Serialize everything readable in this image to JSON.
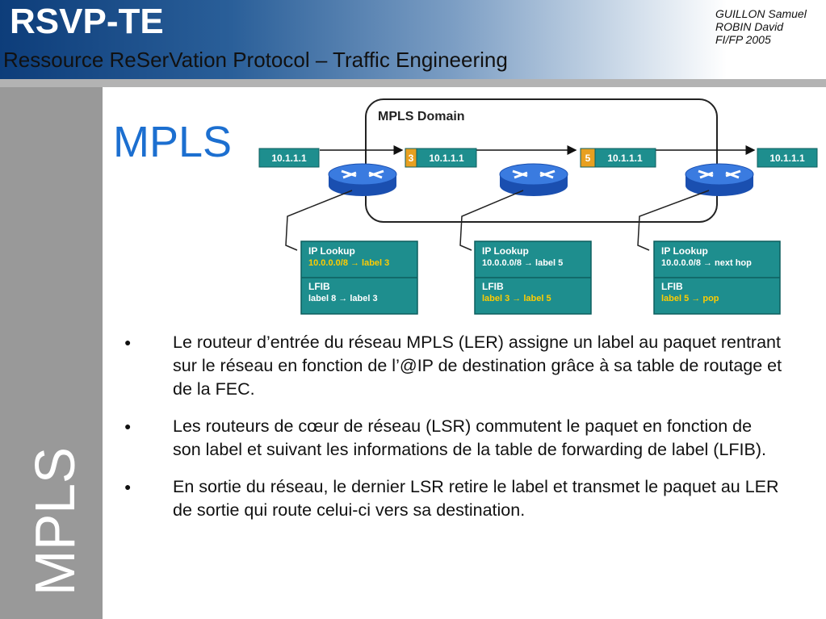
{
  "header": {
    "title": "RSVP-TE",
    "subtitle": "Ressource ReSerVation Protocol – Traffic Engineering",
    "authors": [
      "GUILLON Samuel",
      "ROBIN David",
      "FI/FP 2005"
    ]
  },
  "sidebar": {
    "vertical_text": "MPLS"
  },
  "slide": {
    "heading": "MPLS"
  },
  "diagram": {
    "domain_label": "MPLS Domain",
    "packets": [
      {
        "address": "10.1.1.1",
        "label": ""
      },
      {
        "address": "10.1.1.1",
        "label": "3"
      },
      {
        "address": "10.1.1.1",
        "label": "5"
      },
      {
        "address": "10.1.1.1",
        "label": ""
      }
    ],
    "routers": [
      "router",
      "router",
      "router"
    ],
    "tables": [
      {
        "ip_title": "IP Lookup",
        "ip_entry": "10.0.0.0/8 → label 3",
        "ip_highlight": true,
        "lfib_title": "LFIB",
        "lfib_entry": "label 8 → label 3",
        "lfib_highlight": false
      },
      {
        "ip_title": "IP Lookup",
        "ip_entry": "10.0.0.0/8 → label 5",
        "ip_highlight": false,
        "lfib_title": "LFIB",
        "lfib_entry": "label 3 → label 5",
        "lfib_highlight": true
      },
      {
        "ip_title": "IP Lookup",
        "ip_entry": "10.0.0.0/8 → next hop",
        "ip_highlight": false,
        "lfib_title": "LFIB",
        "lfib_entry": "label 5 → pop",
        "lfib_highlight": true
      }
    ],
    "colors": {
      "teal": "#1e8e8e",
      "highlight": "#ffcc00",
      "label": "#e8a020",
      "router": "#2a66c8"
    }
  },
  "bullets": [
    "Le routeur d’entrée du réseau MPLS (LER) assigne un label au paquet rentrant sur le réseau en fonction de l’@IP de destination grâce à sa table de routage et de la FEC.",
    "Les routeurs de cœur de réseau (LSR) commutent le paquet en fonction de son label et suivant les informations de la table de forwarding de label (LFIB).",
    "En sortie du réseau, le dernier LSR retire le label et transmet le paquet au LER de sortie qui route celui-ci vers sa destination."
  ],
  "bullet_glyph": "●"
}
